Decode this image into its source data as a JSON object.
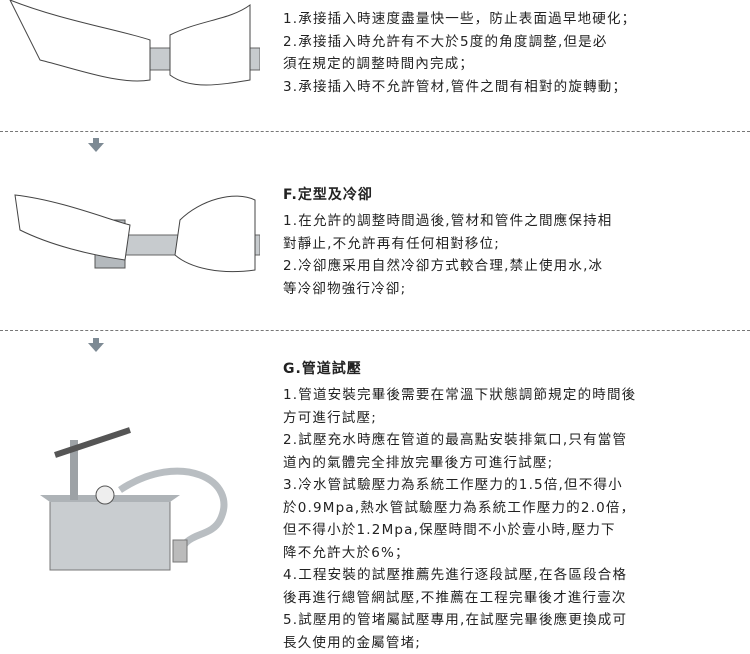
{
  "sections": {
    "e": {
      "lines": [
        "1.承接插入時速度盡量快一些，防止表面過早地硬化；",
        "2.承接插入時允許有不大於5度的角度調整,但是必",
        "須在規定的調整時間內完成；",
        "3.承接插入時不允許管材,管件之間有相對的旋轉動；"
      ]
    },
    "f": {
      "title": "F.定型及冷卻",
      "lines": [
        "1.在允許的調整時間過後,管材和管件之間應保持相",
        "對靜止,不允許再有任何相對移位;",
        "2.冷卻應采用自然冷卻方式較合理,禁止使用水,冰",
        "等冷卻物強行冷卻;"
      ]
    },
    "g": {
      "title": "G.管道試壓",
      "lines": [
        "1.管道安裝完畢後需要在常溫下狀態調節規定的時間後",
        "方可進行試壓;",
        "2.試壓充水時應在管道的最高點安裝排氣口,只有當管",
        "道內的氣體完全排放完畢後方可進行試壓;",
        "3.冷水管試驗壓力為系統工作壓力的1.5倍,但不得小",
        "於0.9Mpa,熱水管試驗壓力為系統工作壓力的2.0倍，",
        "但不得小於1.2Mpa,保壓時間不小於壹小時,壓力下",
        "降不允許大於6%；",
        "4.工程安裝的試壓推薦先進行逐段試壓,在各區段合格",
        "後再進行總管網試壓,不推薦在工程完畢後才進行壹次",
        "5.試壓用的管堵屬試壓專用,在試壓完畢後應更換成可",
        "長久使用的金屬管堵;"
      ]
    }
  },
  "colors": {
    "arrow": "#7d8a94",
    "dash": "#777777",
    "pipe": "#b9bec2"
  }
}
